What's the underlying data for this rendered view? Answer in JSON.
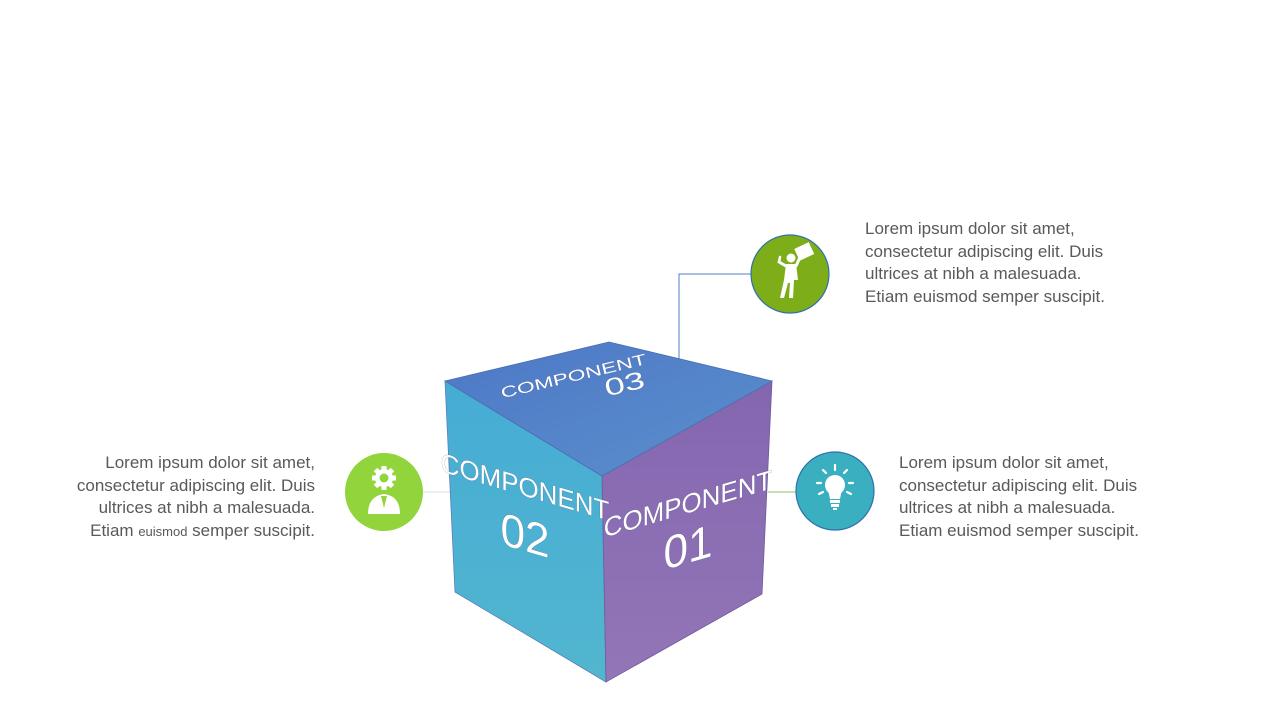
{
  "components": [
    {
      "id": "01",
      "word": "COMPONENT",
      "number": "01",
      "color": "#8A6DB3",
      "icon": "lightbulb-icon",
      "icon_color": "#3AAFBF"
    },
    {
      "id": "02",
      "word": "COMPONENT",
      "number": "02",
      "color": "#4DB0D2",
      "icon": "gear-person-icon",
      "icon_color": "#92D43C"
    },
    {
      "id": "03",
      "word": "COMPONENT",
      "number": "03",
      "color": "#4F7FC6",
      "icon": "person-with-sign-icon",
      "icon_color": "#7DAE1A"
    }
  ],
  "descriptions": {
    "top": {
      "line1": "Lorem ipsum dolor sit amet,",
      "line2": "consectetur adipiscing elit.  Duis",
      "line3": "ultrices at nibh a malesuada.",
      "line4": "Etiam euismod semper suscipit."
    },
    "right": {
      "line1": "Lorem ipsum dolor sit amet,",
      "line2": "consectetur adipiscing elit.  Duis",
      "line3": "ultrices at nibh a malesuada.",
      "line4": "Etiam euismod semper suscipit."
    },
    "left": {
      "line1": "Lorem ipsum dolor sit amet,",
      "line2": "consectetur adipiscing elit.  Duis",
      "line3": "ultrices at nibh a malesuada.",
      "line4_a": "Etiam ",
      "line4_b": "euismod",
      "line4_c": " semper suscipit."
    }
  }
}
